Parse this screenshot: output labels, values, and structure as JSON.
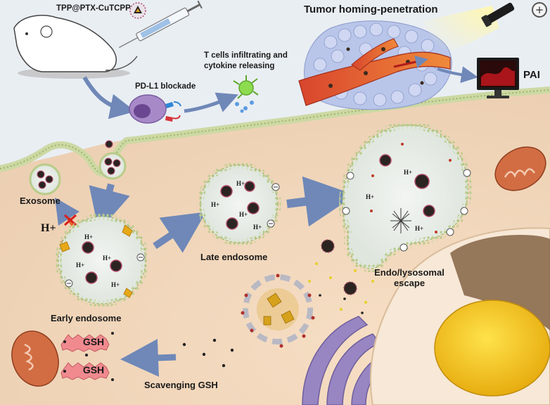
{
  "labels": {
    "nanoparticle": "TPP@PTX-CuTCPP",
    "tumor": "Tumor homing-penetration",
    "tcells": "T cells infiltrating and cytokine releasing",
    "pdl1": "PD-L1 blockade",
    "pai": "PAI",
    "exosome": "Exosome",
    "hplus": "H+",
    "early": "Early endosome",
    "late": "Late endosome",
    "escape": "Endo/lysosomal escape",
    "gsh": "Scavenging GSH"
  },
  "small_text": {
    "gsh_badge": "GSH",
    "hplus_small": "H+"
  },
  "icons": {
    "zoom": "zoom-in-icon",
    "zoom_glyph": "+"
  },
  "colors": {
    "background": "#e9eef3",
    "cytoplasm": "#f1dcc6",
    "membrane": "#c7d79e",
    "arrow": "#6f88b8",
    "mitochondria": "#c0613a",
    "nucleus_core": "#f1c21c",
    "golgi": "#8a76b5"
  }
}
